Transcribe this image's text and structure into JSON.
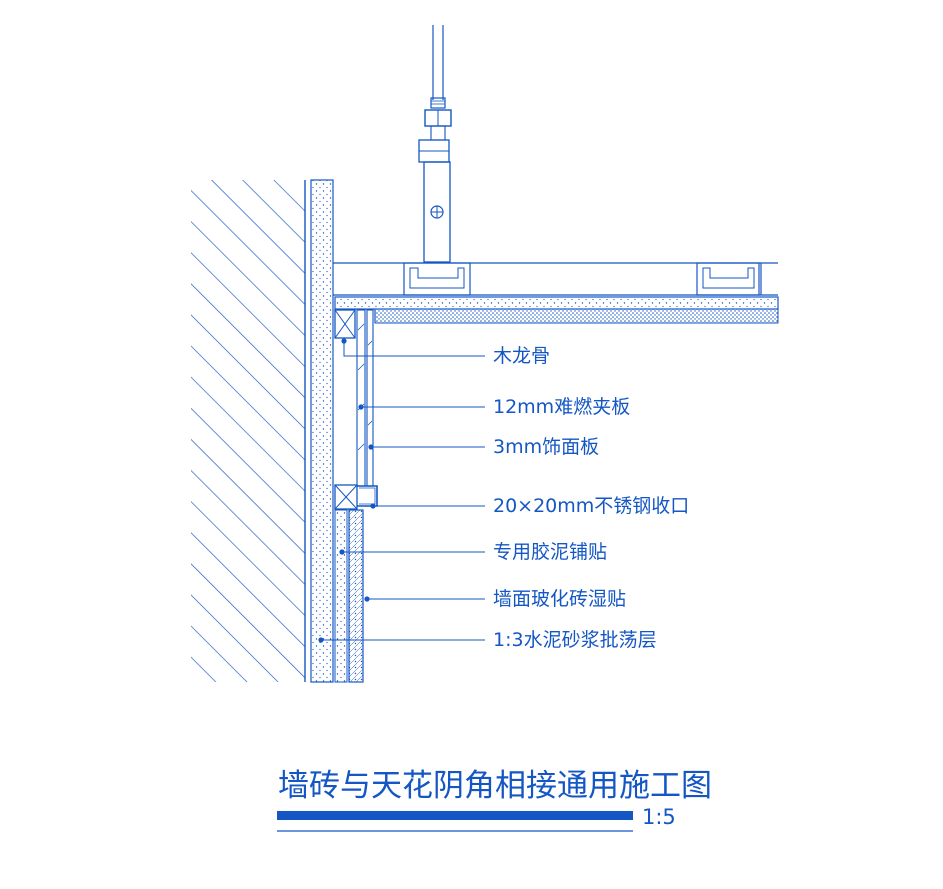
{
  "drawing": {
    "title": "墙砖与天花阴角相接通用施工图",
    "scale": "1:5",
    "line_color": "#1457c4",
    "callouts": [
      {
        "id": "wood-joist",
        "label": "木龙骨"
      },
      {
        "id": "fire-plywood",
        "label": "12mm难燃夹板"
      },
      {
        "id": "veneer-board",
        "label": "3mm饰面板"
      },
      {
        "id": "steel-trim",
        "label": "20×20mm不锈钢收口"
      },
      {
        "id": "tile-adhesive",
        "label": "专用胶泥铺贴"
      },
      {
        "id": "wall-tile",
        "label": "墙面玻化砖湿贴"
      },
      {
        "id": "cement-render",
        "label": "1:3水泥砂浆批荡层"
      }
    ]
  }
}
